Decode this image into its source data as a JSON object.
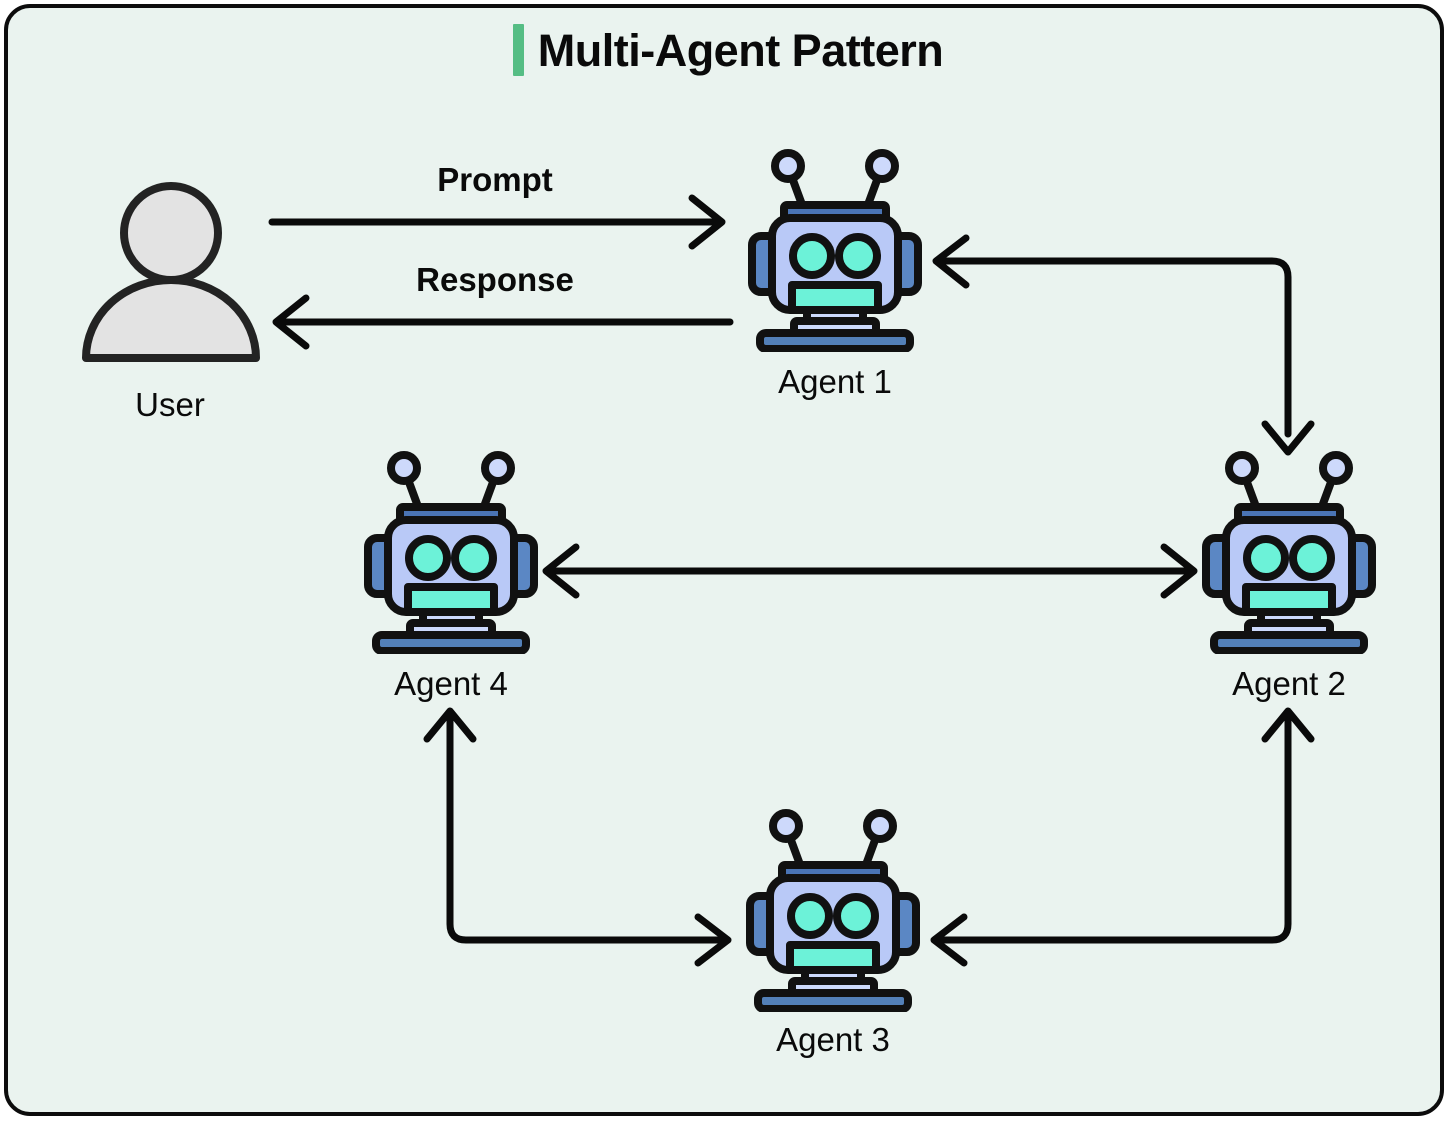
{
  "diagram": {
    "title": "Multi-Agent Pattern",
    "accent_color": "#55bd84",
    "background_color": "#eaf3ef",
    "border_color": "#0c0c0c",
    "stroke_color": "#0a0a0a"
  },
  "nodes": {
    "user": {
      "label": "User",
      "icon": "user-icon"
    },
    "agent1": {
      "label": "Agent 1",
      "icon": "robot-icon"
    },
    "agent2": {
      "label": "Agent 2",
      "icon": "robot-icon"
    },
    "agent3": {
      "label": "Agent 3",
      "icon": "robot-icon"
    },
    "agent4": {
      "label": "Agent 4",
      "icon": "robot-icon"
    }
  },
  "edges": {
    "prompt": {
      "label": "Prompt",
      "from": "User",
      "to": "Agent 1",
      "direction": "right"
    },
    "response": {
      "label": "Response",
      "from": "Agent 1",
      "to": "User",
      "direction": "left"
    },
    "a1_a2": {
      "label": "",
      "from": "Agent 1",
      "to": "Agent 2",
      "direction": "both"
    },
    "a4_a2": {
      "label": "",
      "from": "Agent 4",
      "to": "Agent 2",
      "direction": "both"
    },
    "a4_a3": {
      "label": "",
      "from": "Agent 4",
      "to": "Agent 3",
      "direction": "both"
    },
    "a3_a2": {
      "label": "",
      "from": "Agent 3",
      "to": "Agent 2",
      "direction": "both"
    }
  },
  "palette": {
    "robot_face": "#b9c9f7",
    "robot_eye": "#6cf2d8",
    "robot_mouth": "#6cf2d8",
    "robot_ear": "#5b87c4",
    "robot_topbar": "#4a74b5",
    "robot_base": "#5380b8",
    "robot_neck": "#ccd9fb",
    "user_fill": "#e3e3e3",
    "outline": "#111111"
  }
}
